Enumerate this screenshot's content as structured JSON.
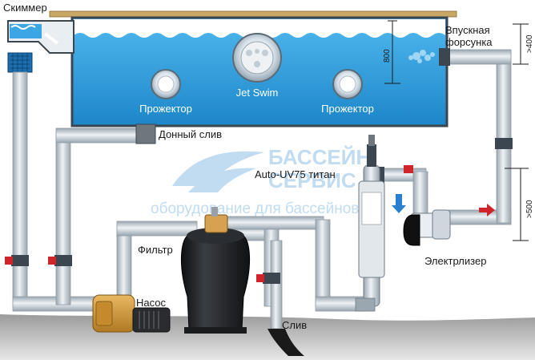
{
  "colors": {
    "pool_water": "#2fa3e0",
    "pool_water_dark": "#1f7fc0",
    "pool_frame": "#3b4650",
    "pipe": "#cfd6dc",
    "pipe_edge": "#8e9aa4",
    "valve_red": "#d0242b",
    "filter_body": "#1d1f22",
    "pump": "#d19a3a",
    "watermark": "#8fbfe6",
    "ground": "#8c8c8c"
  },
  "labels": {
    "skimmer": "Скиммер",
    "inlet_line1": "Впускная",
    "inlet_line2": "форсунка",
    "spotlight_left": "Прожектор",
    "spotlight_right": "Прожектор",
    "jet_swim": "Jet Swim",
    "main_drain": "Донный слив",
    "uv_unit": "Auto-UV75 титан",
    "filter": "Фильтр",
    "pump": "Насос",
    "drain": "Слив",
    "electrolyzer": "Электрлизер"
  },
  "dimensions": {
    "jet_depth": "800",
    "inlet_height": ">400",
    "electrolyzer_height": ">500"
  },
  "watermark": {
    "line1": "БАССЕЙН",
    "line2": "СЕРВИС",
    "line3": "оборудование для бассейнов"
  },
  "icons": {
    "flow_arrow_blue": "arrow-down-icon",
    "flow_arrow_red": "arrow-right-icon"
  }
}
